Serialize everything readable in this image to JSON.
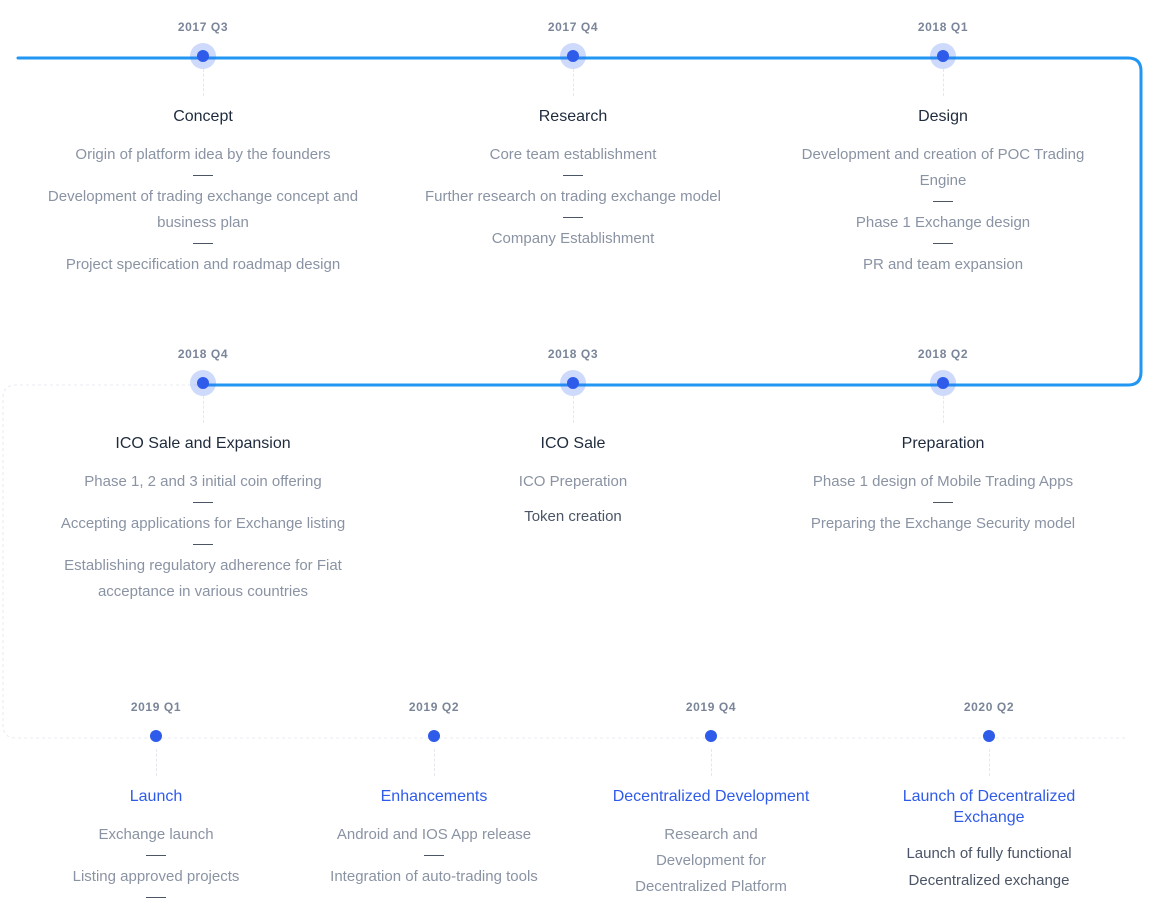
{
  "colors": {
    "accent": "#2f5bea",
    "line": "#2196f3",
    "title": "#1f2b3d",
    "text": "#8a93a3",
    "date": "#7a8599"
  },
  "milestones": [
    {
      "date": "2017 Q3",
      "title": "Concept",
      "items": [
        "Origin of platform idea by the founders",
        "Development of trading exchange concept and business plan",
        "Project specification and roadmap design"
      ]
    },
    {
      "date": "2017 Q4",
      "title": "Research",
      "items": [
        "Core team establishment",
        "Further research on trading exchange model",
        "Company Establishment"
      ]
    },
    {
      "date": "2018 Q1",
      "title": "Design",
      "items": [
        "Development and creation of POC Trading Engine",
        "Phase 1 Exchange design",
        "PR and team expansion"
      ]
    },
    {
      "date": "2018 Q4",
      "title": "ICO Sale and Expansion",
      "items": [
        "Phase 1, 2 and 3 initial coin offering",
        "Accepting applications for Exchange listing",
        "Establishing regulatory adherence for Fiat acceptance in various countries"
      ]
    },
    {
      "date": "2018 Q3",
      "title": "ICO Sale",
      "items": [
        "ICO Preperation",
        "Token creation"
      ]
    },
    {
      "date": "2018 Q2",
      "title": "Preparation",
      "items": [
        "Phase 1 design of Mobile Trading Apps",
        "Preparing the Exchange Security model"
      ]
    },
    {
      "date": "2019 Q1",
      "title": "Launch",
      "items": [
        "Exchange launch",
        "Listing approved projects"
      ]
    },
    {
      "date": "2019 Q2",
      "title": "Enhancements",
      "items": [
        "Android and IOS App release",
        "Integration of auto-trading tools"
      ]
    },
    {
      "date": "2019 Q4",
      "title": "Decentralized Development",
      "items": [
        "Research and Development for Decentralized Platform"
      ]
    },
    {
      "date": "2020 Q2",
      "title": "Launch of Decentralized Exchange",
      "items": [
        "Launch of fully functional Decentralized exchange"
      ]
    }
  ]
}
